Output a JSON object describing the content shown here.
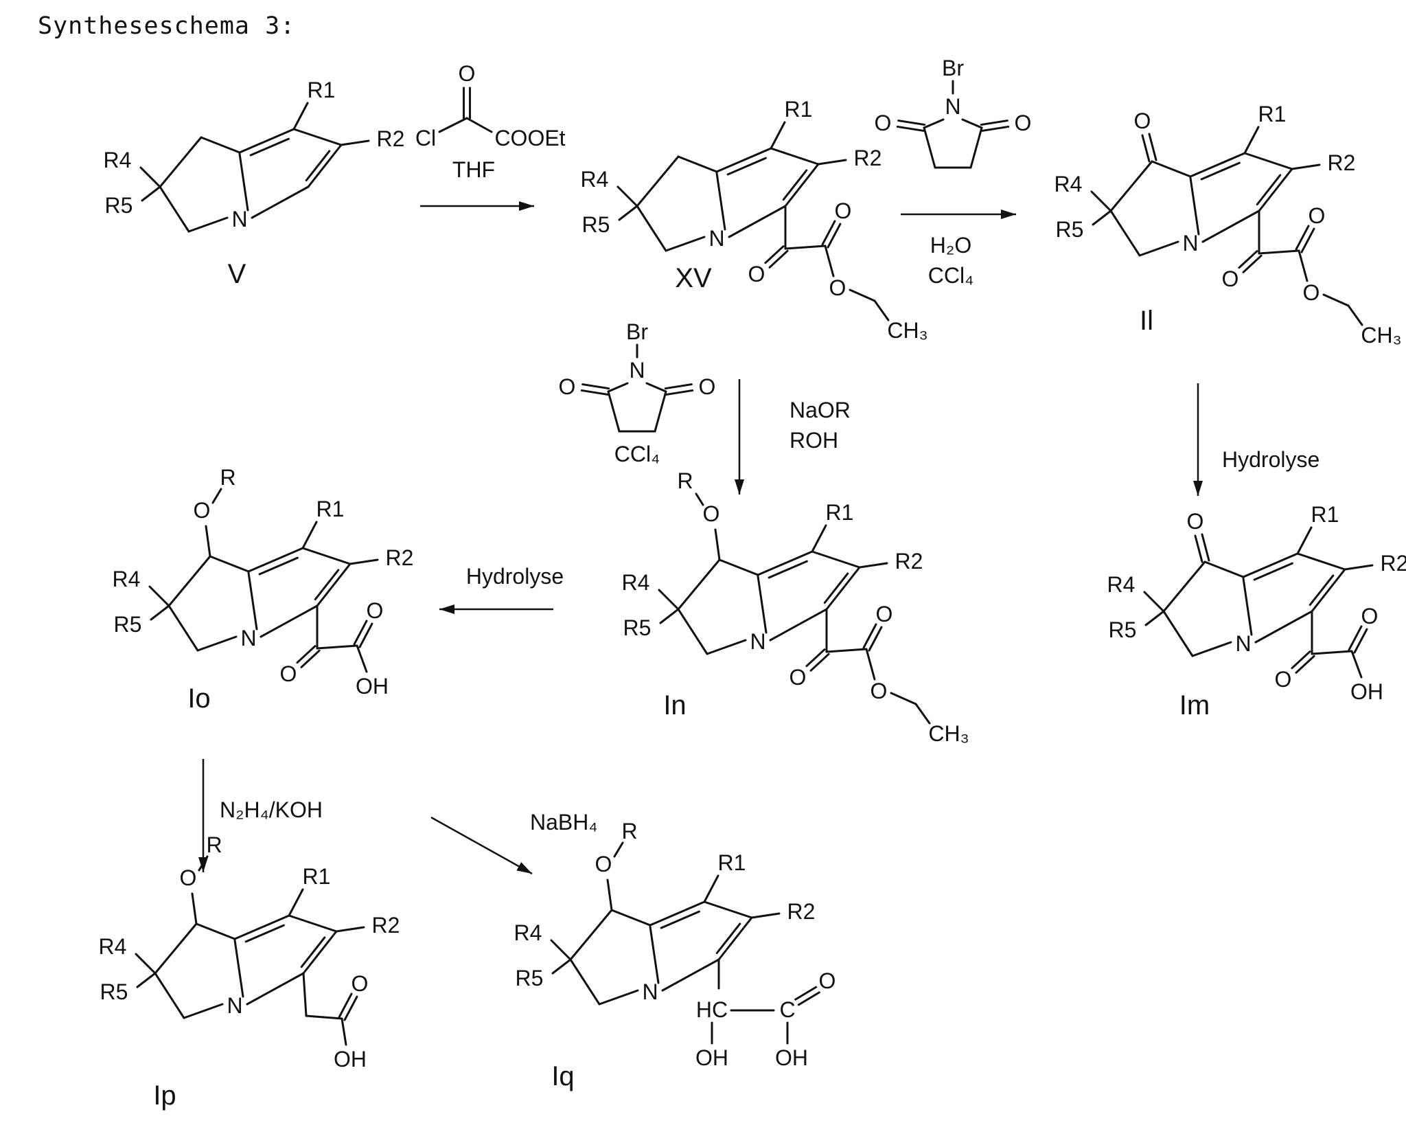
{
  "title": "Syntheseschema 3:",
  "compounds": {
    "V": "V",
    "XV": "XV",
    "Il": "Il",
    "In": "In",
    "Io": "Io",
    "Im": "Im",
    "Ip": "Ip",
    "Iq": "Iq"
  },
  "substituents": {
    "r1": "R1",
    "r2": "R2",
    "r4": "R4",
    "r5": "R5",
    "n": "N",
    "o": "O",
    "r": "R",
    "oh": "OH",
    "hc": "HC",
    "c": "C",
    "cl": "Cl",
    "br": "Br"
  },
  "reagents": {
    "step1_reagent": "COOEt",
    "step1_solvent": "THF",
    "step2_solvent_a": "H₂O",
    "step2_solvent_b": "CCl₄",
    "step3_solvent": "CCl₄",
    "step3_base": "NaOR",
    "step3_alcohol": "ROH",
    "hydrolyse": "Hydrolyse",
    "reduction_a": "N₂H₄/KOH",
    "reduction_b": "NaBH₄",
    "ch3": "CH₃"
  }
}
